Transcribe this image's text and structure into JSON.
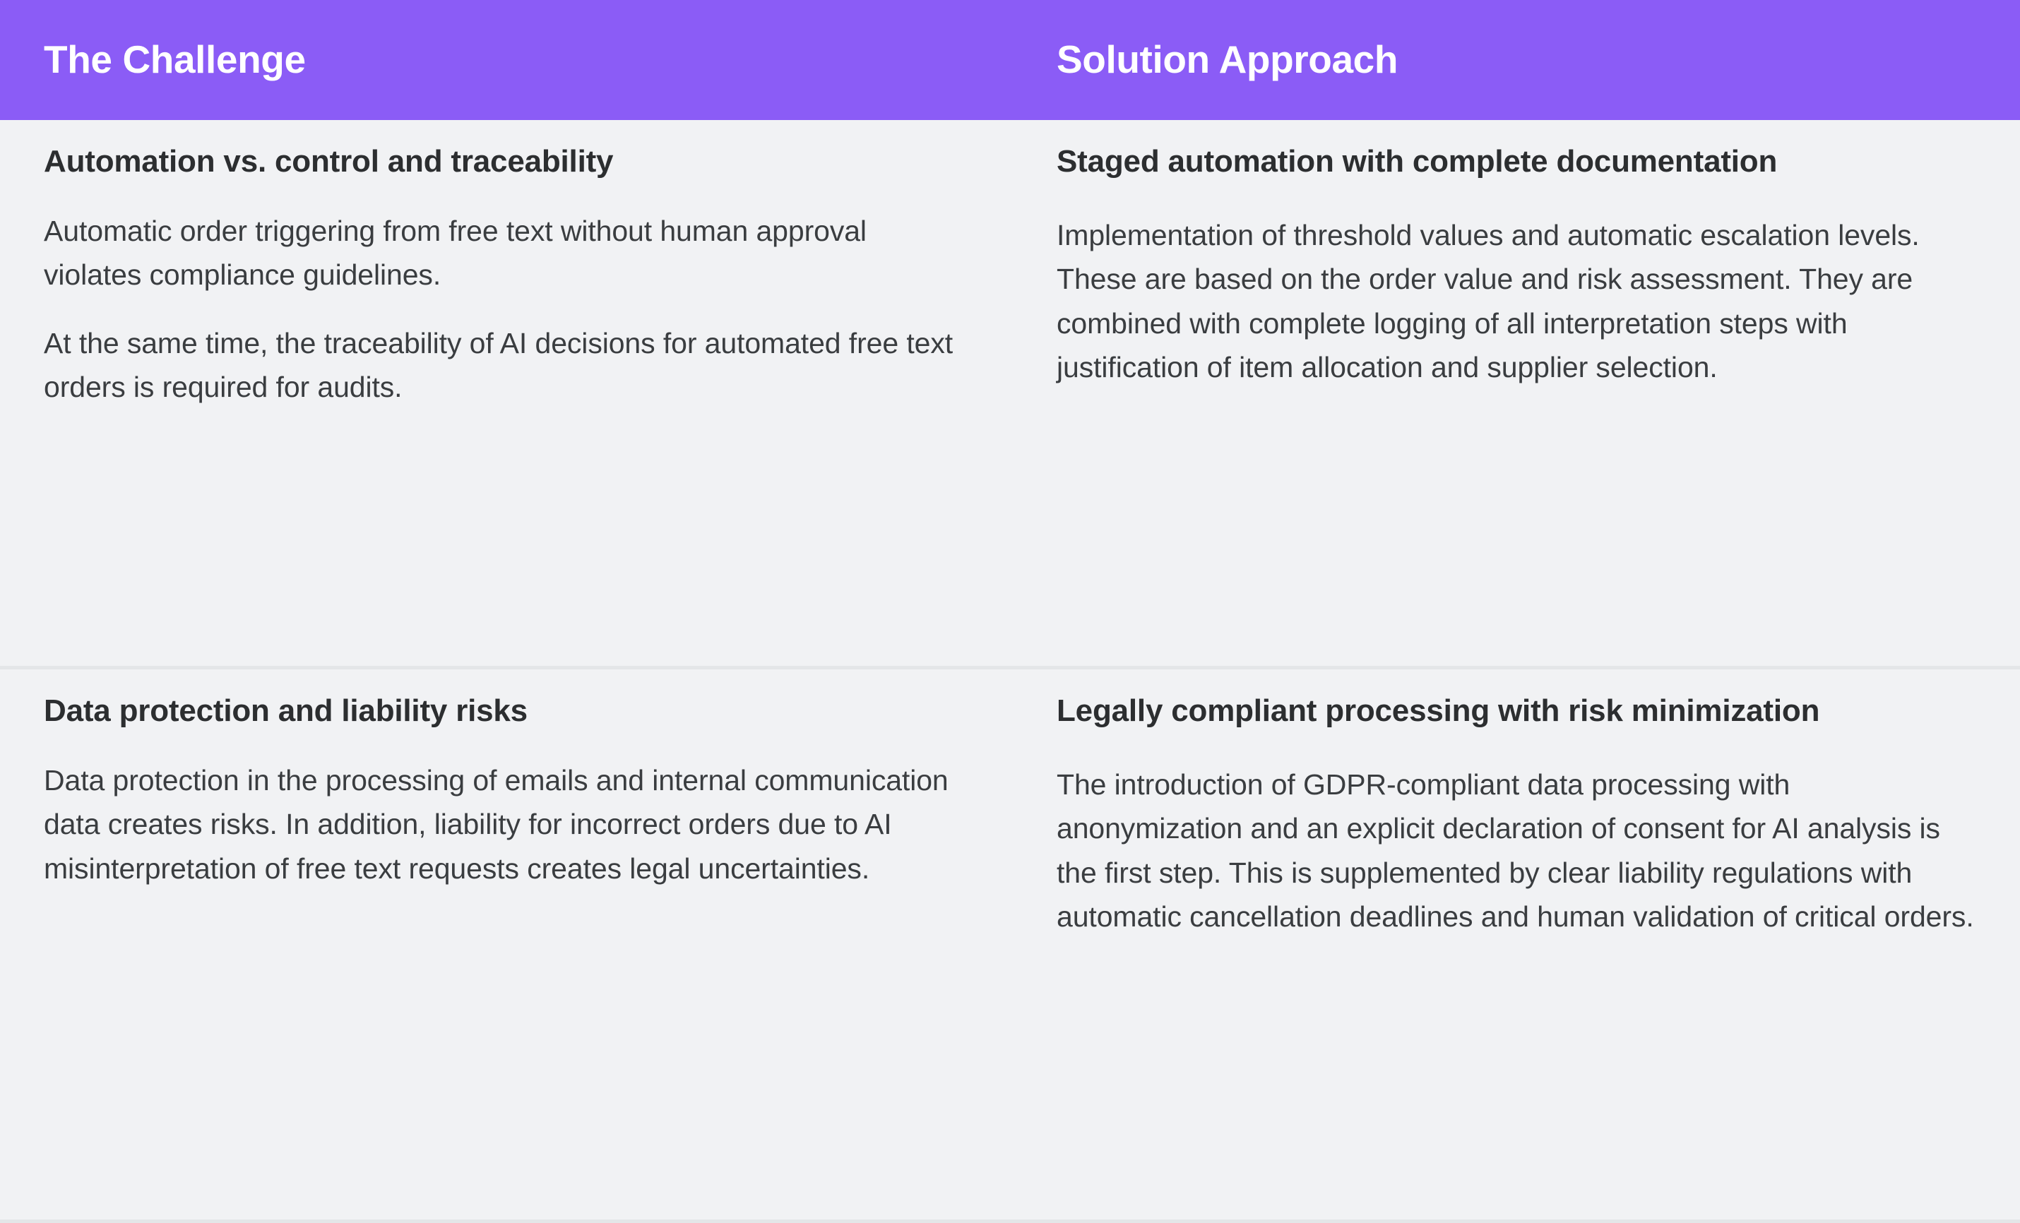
{
  "table": {
    "accent_color": "#8b5cf6",
    "background_color": "#f1f2f4",
    "divider_color": "#e4e6e8",
    "heading_color": "#2c2e30",
    "body_color": "#3a3d40",
    "header": {
      "challenge_label": "The Challenge",
      "solution_label": "Solution Approach"
    },
    "rows": [
      {
        "challenge": {
          "heading": "Automation vs. control and traceability",
          "paragraphs": [
            "Automatic order triggering from free text without human approval violates compliance guidelines.",
            "At the same time, the traceability of AI decisions for automated free text orders is required for audits."
          ]
        },
        "solution": {
          "heading": "Staged automation with complete documentation",
          "paragraphs": [
            "Implementation of threshold values and automatic escalation levels. These are based on the order value and risk assessment. They are combined with complete logging of all interpretation steps with justification of item allocation and supplier selection."
          ]
        }
      },
      {
        "challenge": {
          "heading": "Data protection and liability risks",
          "paragraphs": [
            "Data protection in the processing of emails and internal communication data creates risks. In addition, liability for incorrect orders due to AI misinterpretation of free text requests creates legal uncertainties."
          ]
        },
        "solution": {
          "heading": "Legally compliant processing with risk minimization",
          "paragraphs": [
            "The introduction of GDPR-compliant data processing with anonymization and an explicit declaration of consent for AI analysis is the first step. This is supplemented by clear liability regulations with automatic cancellation deadlines and human validation of critical orders."
          ]
        }
      }
    ]
  }
}
